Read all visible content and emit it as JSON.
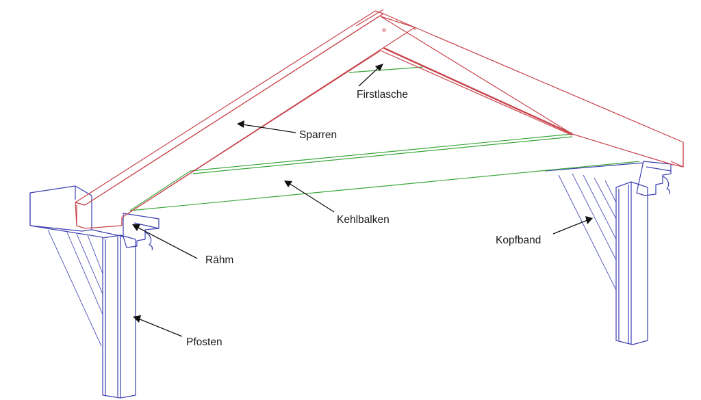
{
  "labels": {
    "firstlasche": "Firstlasche",
    "sparren": "Sparren",
    "kehlbalken": "Kehlbalken",
    "raehm": "Rähm",
    "pfosten": "Pfosten",
    "kopfband": "Kopfband"
  },
  "colors": {
    "rafter": "#c8434b",
    "collar_beam": "#3aa63a",
    "post_frame": "#3b3fb0",
    "label_text": "#1a1a1a",
    "arrow": "#111111"
  }
}
